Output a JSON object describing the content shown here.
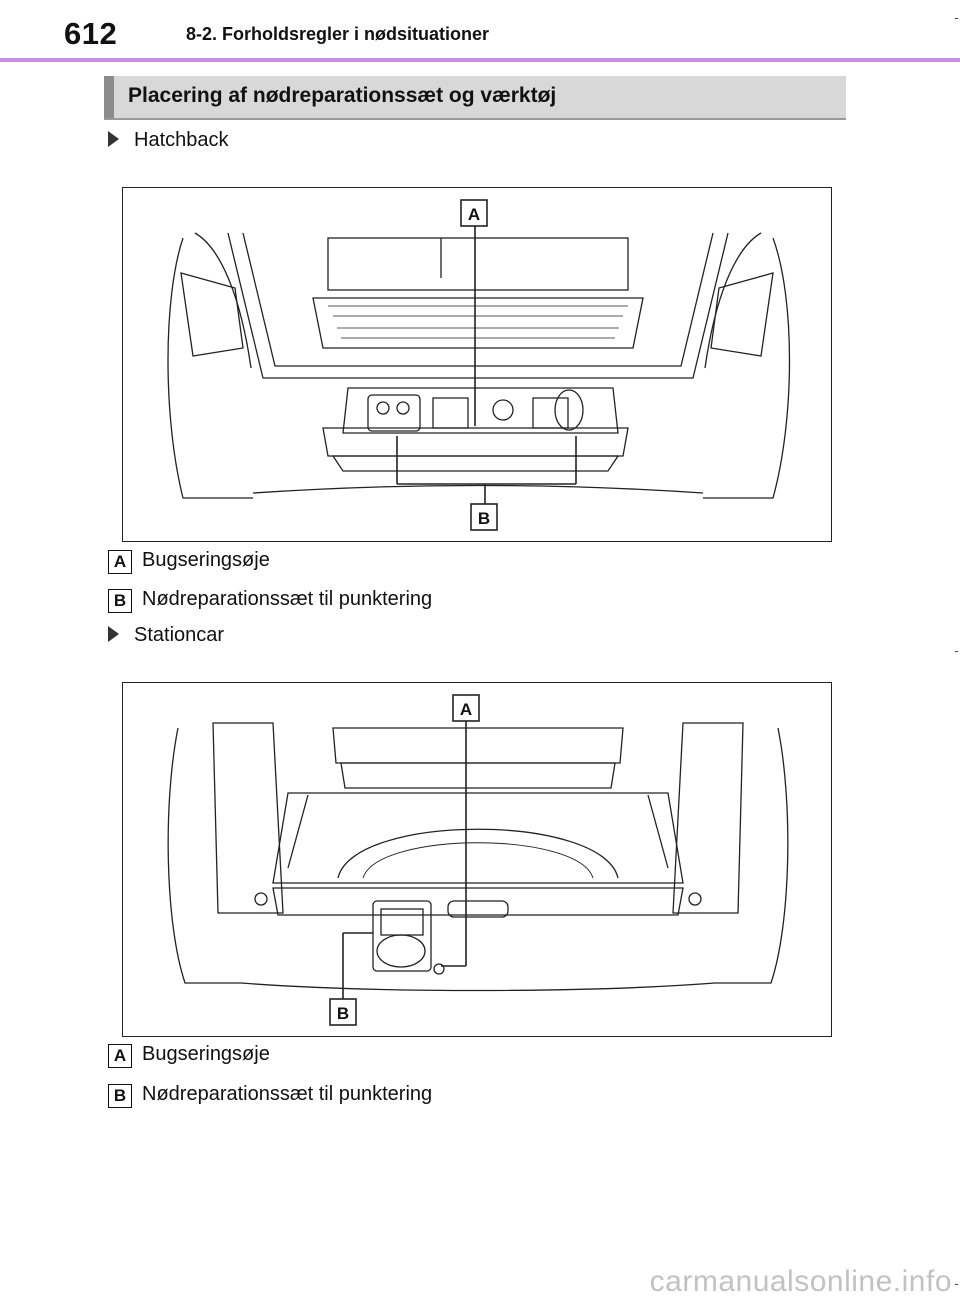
{
  "header": {
    "page_number": "612",
    "chapter": "8-2. Forholdsregler i nødsituationer",
    "accent_color": "#c88fe0"
  },
  "section": {
    "title": "Placering af nødreparationssæt og værktøj"
  },
  "variants": [
    {
      "heading": "Hatchback",
      "callouts": [
        "A",
        "B"
      ],
      "legend": [
        {
          "tag": "A",
          "text": "Bugseringsøje"
        },
        {
          "tag": "B",
          "text": "Nødreparationssæt til punktering"
        }
      ]
    },
    {
      "heading": "Stationcar",
      "callouts": [
        "A",
        "B"
      ],
      "legend": [
        {
          "tag": "A",
          "text": "Bugseringsøje"
        },
        {
          "tag": "B",
          "text": "Nødreparationssæt til punktering"
        }
      ]
    }
  ],
  "watermark": "carmanualsonline.info"
}
